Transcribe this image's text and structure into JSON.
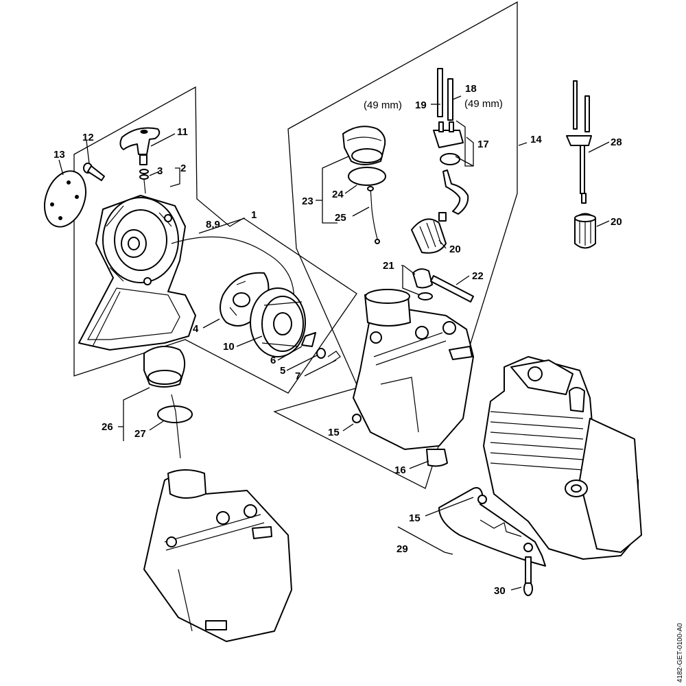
{
  "diagram": {
    "labels": {
      "l1": "1",
      "l2": "2",
      "l3": "3",
      "l4": "4",
      "l5": "5",
      "l6": "6",
      "l7": "7",
      "l89": "8,9",
      "l10": "10",
      "l11": "11",
      "l12": "12",
      "l13": "13",
      "l14": "14",
      "l15a": "15",
      "l15b": "15",
      "l16": "16",
      "l17": "17",
      "l18": "18",
      "l19": "19",
      "l20a": "20",
      "l20b": "20",
      "l21": "21",
      "l22": "22",
      "l23": "23",
      "l24": "24",
      "l25": "25",
      "l26": "26",
      "l27": "27",
      "l28": "28",
      "l29": "29",
      "l30": "30"
    },
    "dims": {
      "d19": "(49 mm)",
      "d18": "(49 mm)"
    },
    "drawing_code": "4182-GET-0100-A0"
  }
}
